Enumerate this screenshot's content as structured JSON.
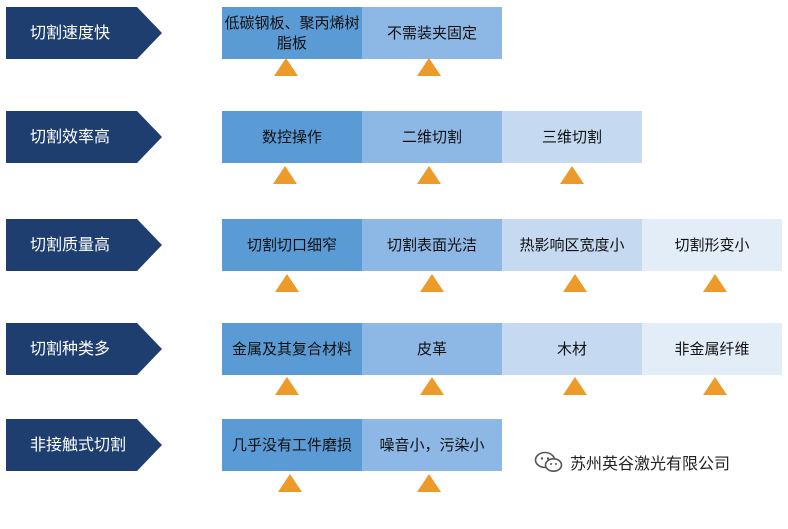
{
  "rows": [
    {
      "label": "切割速度快",
      "boxes": [
        "低碳钢板、聚丙烯树脂板",
        "不需装夹固定"
      ]
    },
    {
      "label": "切割效率高",
      "boxes": [
        "数控操作",
        "二维切割",
        "三维切割"
      ]
    },
    {
      "label": "切割质量高",
      "boxes": [
        "切割切口细窄",
        "切割表面光洁",
        "热影响区宽度小",
        "切割形变小"
      ]
    },
    {
      "label": "切割种类多",
      "boxes": [
        "金属及其复合材料",
        "皮革",
        "木材",
        "非金属纤维"
      ]
    },
    {
      "label": "非接触式切割",
      "boxes": [
        "几乎没有工件磨损",
        "噪音小，污染小"
      ]
    }
  ],
  "watermark": {
    "text": "苏州英谷激光有限公司",
    "icon": "wechat-icon"
  },
  "colors": {
    "label_bg": "#1f3e70",
    "triangle": "#ec9a2a",
    "box1": "#5b9bd5",
    "box2": "#8db8e6",
    "box3": "#c5daf0",
    "box4": "#e3edf7"
  }
}
